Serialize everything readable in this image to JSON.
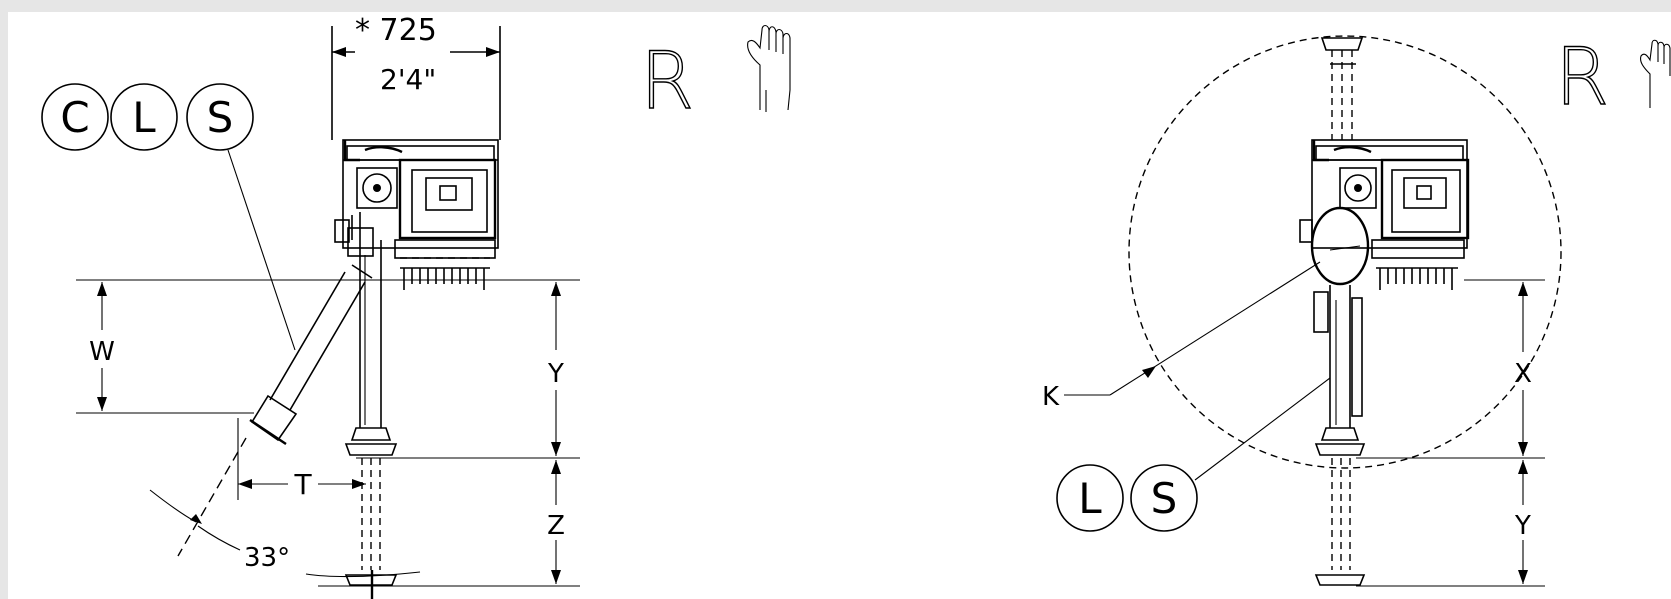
{
  "left_diagram": {
    "dim_top_star": "* 725",
    "dim_top_imperial": "2'4\"",
    "rotation_letter": "R",
    "callouts": [
      "C",
      "L",
      "S"
    ],
    "dim_w": "W",
    "dim_y": "Y",
    "dim_z": "Z",
    "dim_t": "T",
    "angle": "33°"
  },
  "right_diagram": {
    "rotation_letter": "R",
    "callouts": [
      "L",
      "S"
    ],
    "dim_k": "K",
    "dim_x": "X",
    "dim_y": "Y"
  },
  "icons": [
    "hand-icon",
    "hand-icon"
  ]
}
